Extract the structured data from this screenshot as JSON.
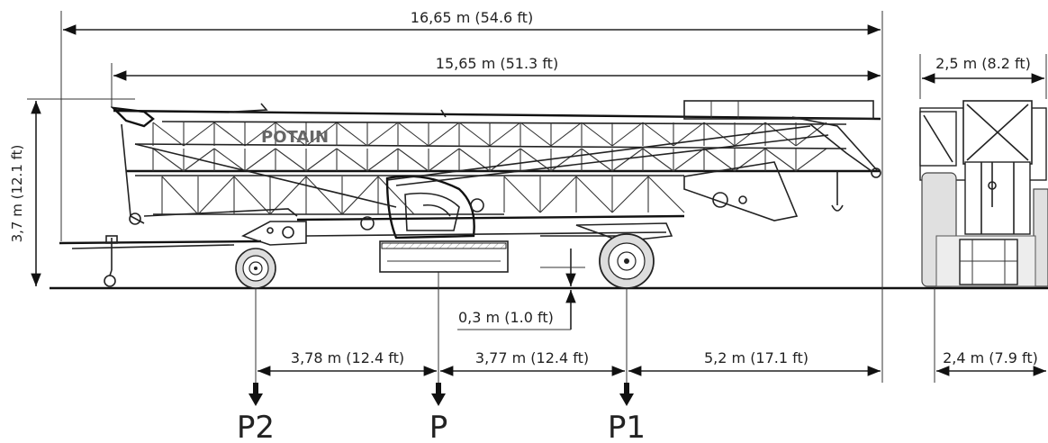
{
  "dimensions": {
    "total_length": "16,65 m (54.6 ft)",
    "jib_length": "15,65 m (51.3 ft)",
    "height": "3,7 m (12.1 ft)",
    "ground_clearance": "0,3 m (1.0 ft)",
    "p2_to_p": "3,78 m (12.4 ft)",
    "p_to_p1": "3,77 m (12.4 ft)",
    "p1_to_end": "5,2 m (17.1 ft)",
    "width_top": "2,5 m (8.2 ft)",
    "width_bottom": "2,4 m (7.9 ft)"
  },
  "load_points": {
    "p2": "P2",
    "p": "P",
    "p1": "P1"
  },
  "brand_text": "POTAIN"
}
